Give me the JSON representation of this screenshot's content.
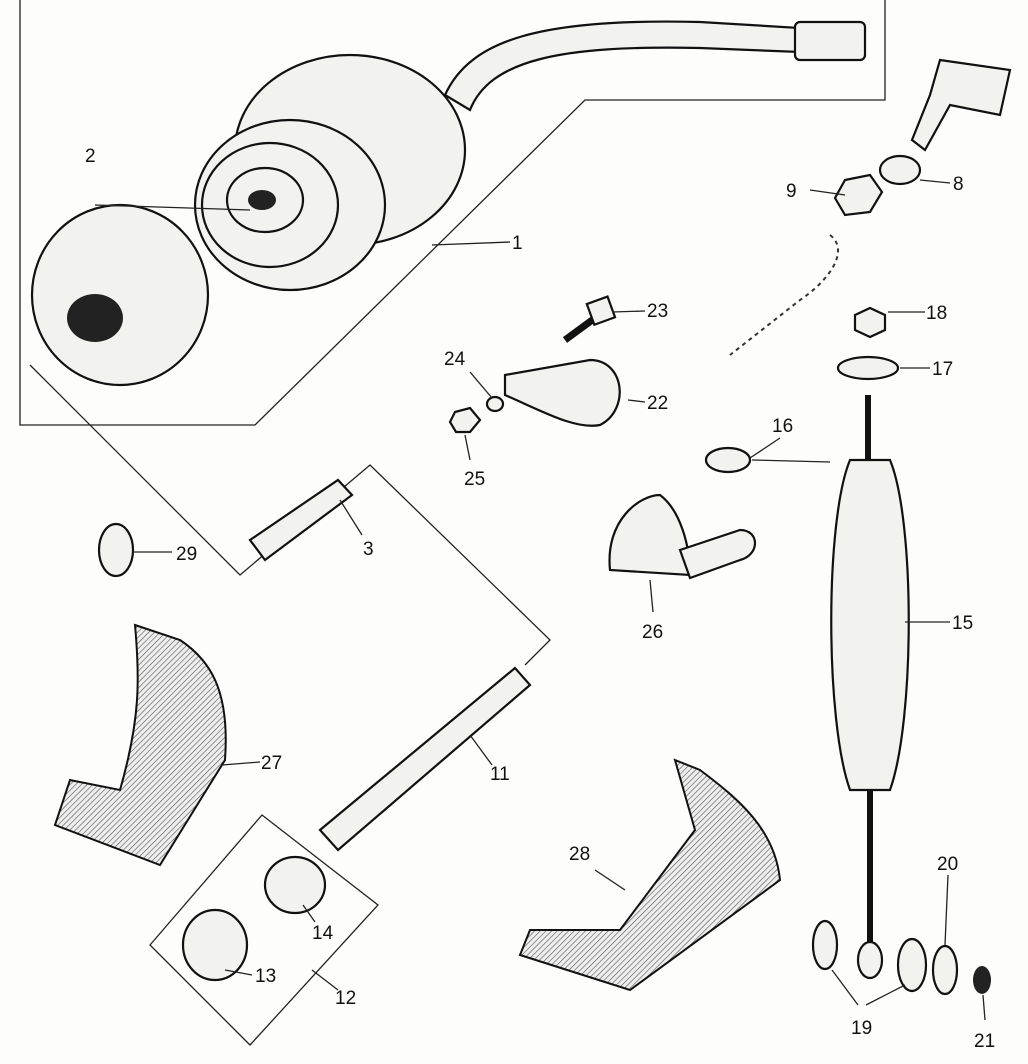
{
  "diagram": {
    "type": "exploded parts diagram",
    "labels": {
      "l1": "1",
      "l2": "2",
      "l3": "3",
      "l8": "8",
      "l9": "9",
      "l11": "11",
      "l12": "12",
      "l13": "13",
      "l14": "14",
      "l15": "15",
      "l16": "16",
      "l17": "17",
      "l18": "18",
      "l19": "19",
      "l20": "20",
      "l21": "21",
      "l22": "22",
      "l23": "23",
      "l24": "24",
      "l25": "25",
      "l26": "26",
      "l27": "27",
      "l28": "28",
      "l29": "29"
    }
  }
}
